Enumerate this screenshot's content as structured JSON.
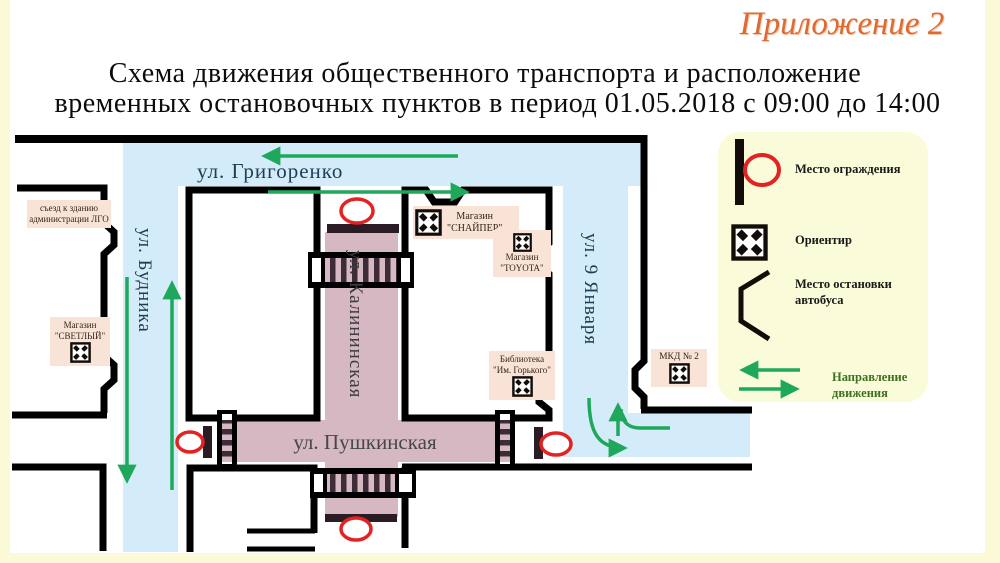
{
  "page": {
    "appendix_label": "Приложение 2",
    "title_line1": "Схема движения общественного транспорта и расположение",
    "title_line2": "временных  остановочных пунктов  в период  01.05.2018 с 09:00 до 14:00"
  },
  "streets": {
    "grigorenko": "ул. Григоренко",
    "budnika": "ул. Будника",
    "kalininskaya": "ул. Калининская",
    "yanvarya": "ул. 9 Января",
    "pushkinskaya": "ул. Пушкинская"
  },
  "landmarks": {
    "lgo_line1": "съезд к зданию",
    "lgo_line2": "администрации ЛГО",
    "svetly_line1": "Магазин",
    "svetly_line2": "\"СВЕТЛЫЙ\"",
    "snyper_line1": "Магазин",
    "snyper_line2": "\"СНАЙПЕР\"",
    "toyota_line1": "Магазин",
    "toyota_line2": "\"TOYOTA\"",
    "library_line1": "Библиотека",
    "library_line2": "\"Им. Горького\"",
    "mkd": "МКД № 2"
  },
  "legend": {
    "fence": "Место ограждения",
    "orientir": "Ориентир",
    "bus_stop_line1": "Место остановки",
    "bus_stop_line2": "автобуса",
    "direction_line1": "Направление",
    "direction_line2": "движения"
  },
  "icons": {
    "orientir": "crossed-box-icon",
    "fence": "black-bar-with-red-oval-icon",
    "bus_stop": "angled-bracket-icon",
    "direction": "green-double-arrow-icon"
  },
  "colors": {
    "accent_orange": "#dd6a35",
    "street_blue": "#d4ecf9",
    "street_pink": "#d5b8c1",
    "zebra_stripe": "#3d2b37",
    "arrow_green": "#1fa85c",
    "barrier_red": "#e32222",
    "legend_bg": "#fafbd8",
    "label_bg": "#f9e3d6",
    "page_border": "#fbf9d6"
  }
}
